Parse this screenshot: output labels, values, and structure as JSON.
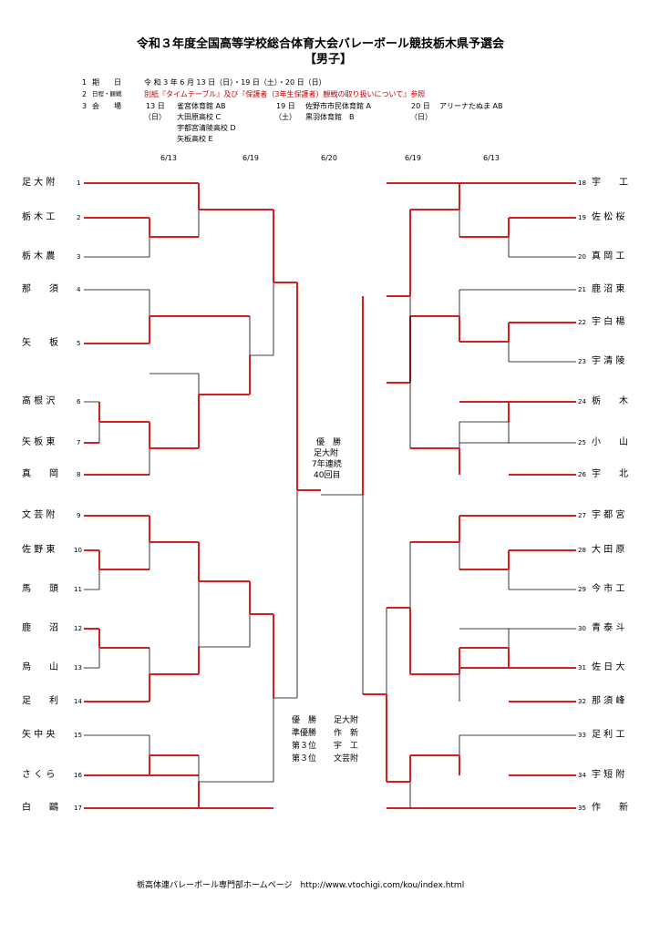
{
  "title": {
    "line1": "令和３年度全国高等学校総合体育大会バレーボール競技栃木県予選会",
    "line2": "【男子】"
  },
  "info": {
    "r1_num": "1",
    "r1_label": "期　　日",
    "r1_value": "令 和 3 年 6 月 13 日（日）・19 日（土）・20 日（日）",
    "r2_num": "2",
    "r2_label": "日程・観戦",
    "r2_value": "別紙『タイムテーブル』及び『保護者（3年生保護者）観戦の取り扱いについて』参照",
    "r3_num": "3",
    "r3_label": "会　　場",
    "v13_day": "13 日",
    "v13_wd": "（日）",
    "v13_venues": [
      "雀宮体育館 AB",
      "大田原高校 C",
      "宇都宮清陵高校 D",
      "矢板高校 E"
    ],
    "v19_day": "19 日",
    "v19_wd": "（土）",
    "v19_venues": [
      "佐野市市民体育館 A",
      "黒羽体育館　B"
    ],
    "v20_day": "20 日",
    "v20_wd": "（日）",
    "v20_venue": "アリーナたぬま AB"
  },
  "dates": [
    "6/13",
    "6/19",
    "6/20",
    "6/19",
    "6/13"
  ],
  "left_teams": [
    {
      "n": "1",
      "name": "足 大 附"
    },
    {
      "n": "2",
      "name": "栃 木 工"
    },
    {
      "n": "3",
      "name": "栃 木 農"
    },
    {
      "n": "4",
      "name": "那　　須"
    },
    {
      "n": "5",
      "name": "矢　　板"
    },
    {
      "n": "6",
      "name": "高 根 沢"
    },
    {
      "n": "7",
      "name": "矢 板 東"
    },
    {
      "n": "8",
      "name": "真　　岡"
    },
    {
      "n": "9",
      "name": "文 芸 附"
    },
    {
      "n": "10",
      "name": "佐 野 東"
    },
    {
      "n": "11",
      "name": "馬　　頭"
    },
    {
      "n": "12",
      "name": "鹿　　沼"
    },
    {
      "n": "13",
      "name": "烏　　山"
    },
    {
      "n": "14",
      "name": "足　　利"
    },
    {
      "n": "15",
      "name": "矢 中 央"
    },
    {
      "n": "16",
      "name": "さ く ら"
    },
    {
      "n": "17",
      "name": "白　　鷗"
    }
  ],
  "right_teams": [
    {
      "n": "18",
      "name": "宇　　工"
    },
    {
      "n": "19",
      "name": "佐 松 桜"
    },
    {
      "n": "20",
      "name": "真 岡 工"
    },
    {
      "n": "21",
      "name": "鹿 沼 東"
    },
    {
      "n": "22",
      "name": "宇 白 楊"
    },
    {
      "n": "23",
      "name": "宇 清 陵"
    },
    {
      "n": "24",
      "name": "栃　　木"
    },
    {
      "n": "25",
      "name": "小　　山"
    },
    {
      "n": "26",
      "name": "宇　　北"
    },
    {
      "n": "27",
      "name": "宇 都 宮"
    },
    {
      "n": "28",
      "name": "大 田 原"
    },
    {
      "n": "29",
      "name": "今 市 工"
    },
    {
      "n": "30",
      "name": "青 泰 斗"
    },
    {
      "n": "31",
      "name": "佐 日 大"
    },
    {
      "n": "32",
      "name": "那 須 峰"
    },
    {
      "n": "33",
      "name": "足 利 工"
    },
    {
      "n": "34",
      "name": "宇 短 附"
    },
    {
      "n": "35",
      "name": "作　　新"
    }
  ],
  "champion": {
    "l1": "優　勝",
    "l2": "足大附",
    "l3": "7年連続",
    "l4": "40回目"
  },
  "results": [
    {
      "rank": "優　勝",
      "team": "足大附"
    },
    {
      "rank": "準優勝",
      "team": "作　新"
    },
    {
      "rank": "第３位",
      "team": "宇　工"
    },
    {
      "rank": "第３位",
      "team": "文芸附"
    }
  ],
  "footer": "栃高体連バレーボール専門部ホームページ　http://www.vtochigi.com/kou/index.html",
  "colors": {
    "winner_line": "#d42020",
    "line": "#000000"
  }
}
